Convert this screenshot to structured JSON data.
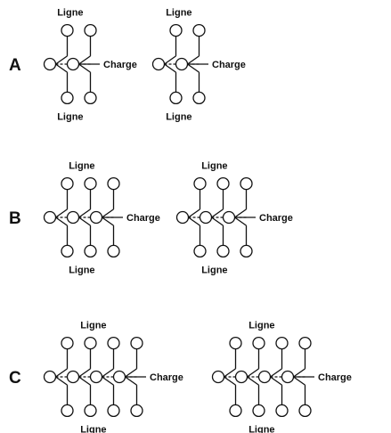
{
  "diagram": {
    "rows": [
      {
        "id": "A",
        "label": "A",
        "blocks": [
          {
            "stages": 2,
            "top_label": "Ligne",
            "bottom_label": "Ligne",
            "load_label": "Charge"
          },
          {
            "stages": 2,
            "top_label": "Ligne",
            "bottom_label": "Ligne",
            "load_label": "Charge"
          }
        ]
      },
      {
        "id": "B",
        "label": "B",
        "blocks": [
          {
            "stages": 3,
            "top_label": "Ligne",
            "bottom_label": "Ligne",
            "load_label": "Charge"
          },
          {
            "stages": 3,
            "top_label": "Ligne",
            "bottom_label": "Ligne",
            "load_label": "Charge"
          }
        ]
      },
      {
        "id": "C",
        "label": "C",
        "blocks": [
          {
            "stages": 4,
            "top_label": "Ligne",
            "bottom_label": "Ligne",
            "load_label": "Charge"
          },
          {
            "stages": 4,
            "top_label": "Ligne",
            "bottom_label": "Ligne",
            "load_label": "Charge"
          }
        ]
      }
    ]
  }
}
